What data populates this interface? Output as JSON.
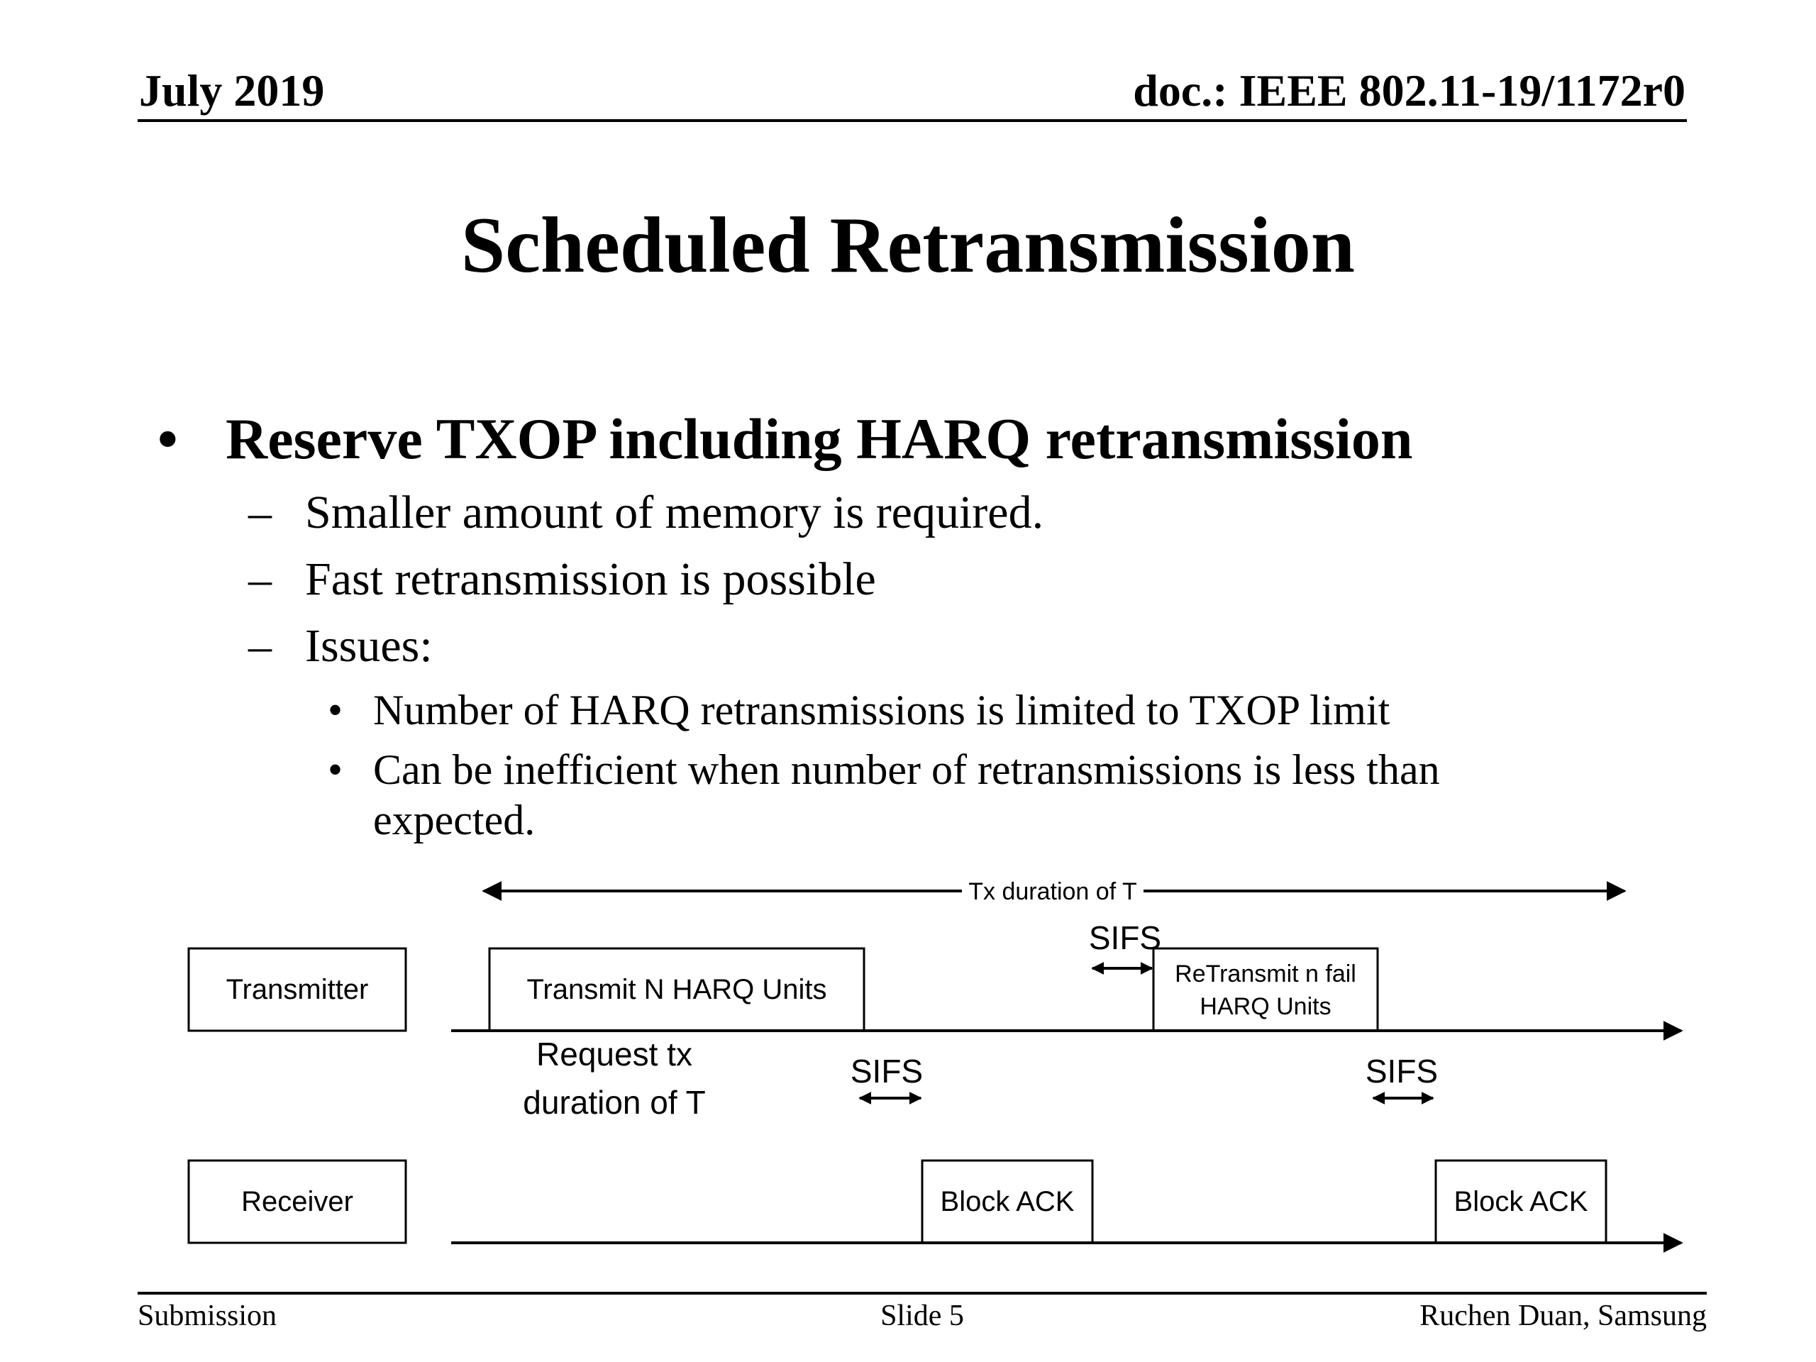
{
  "header": {
    "date": "July 2019",
    "doc_id": "doc.: IEEE 802.11-19/1172r0"
  },
  "slide": {
    "title": "Scheduled Retransmission",
    "bullet_marker": "•",
    "bullet": "Reserve TXOP including HARQ retransmission",
    "dash_marker": "–",
    "sub_items": [
      "Smaller amount of memory is required.",
      "Fast retransmission is possible",
      "Issues:"
    ],
    "issue_items": [
      "Number of HARQ retransmissions is limited to TXOP limit",
      "Can be inefficient when number of retransmissions is less than expected."
    ]
  },
  "diagram": {
    "tx_duration_label": "Tx duration of T",
    "transmitter_label": "Transmitter",
    "receiver_label": "Receiver",
    "transmit_box": "Transmit N HARQ Units",
    "retransmit_box_line1": "ReTransmit n fail",
    "retransmit_box_line2": "HARQ Units",
    "request_line1": "Request tx",
    "request_line2": "duration of T",
    "sifs_label": "SIFS",
    "block_ack_label": "Block ACK"
  },
  "footer": {
    "left": "Submission",
    "center": "Slide 5",
    "right": "Ruchen Duan, Samsung"
  }
}
